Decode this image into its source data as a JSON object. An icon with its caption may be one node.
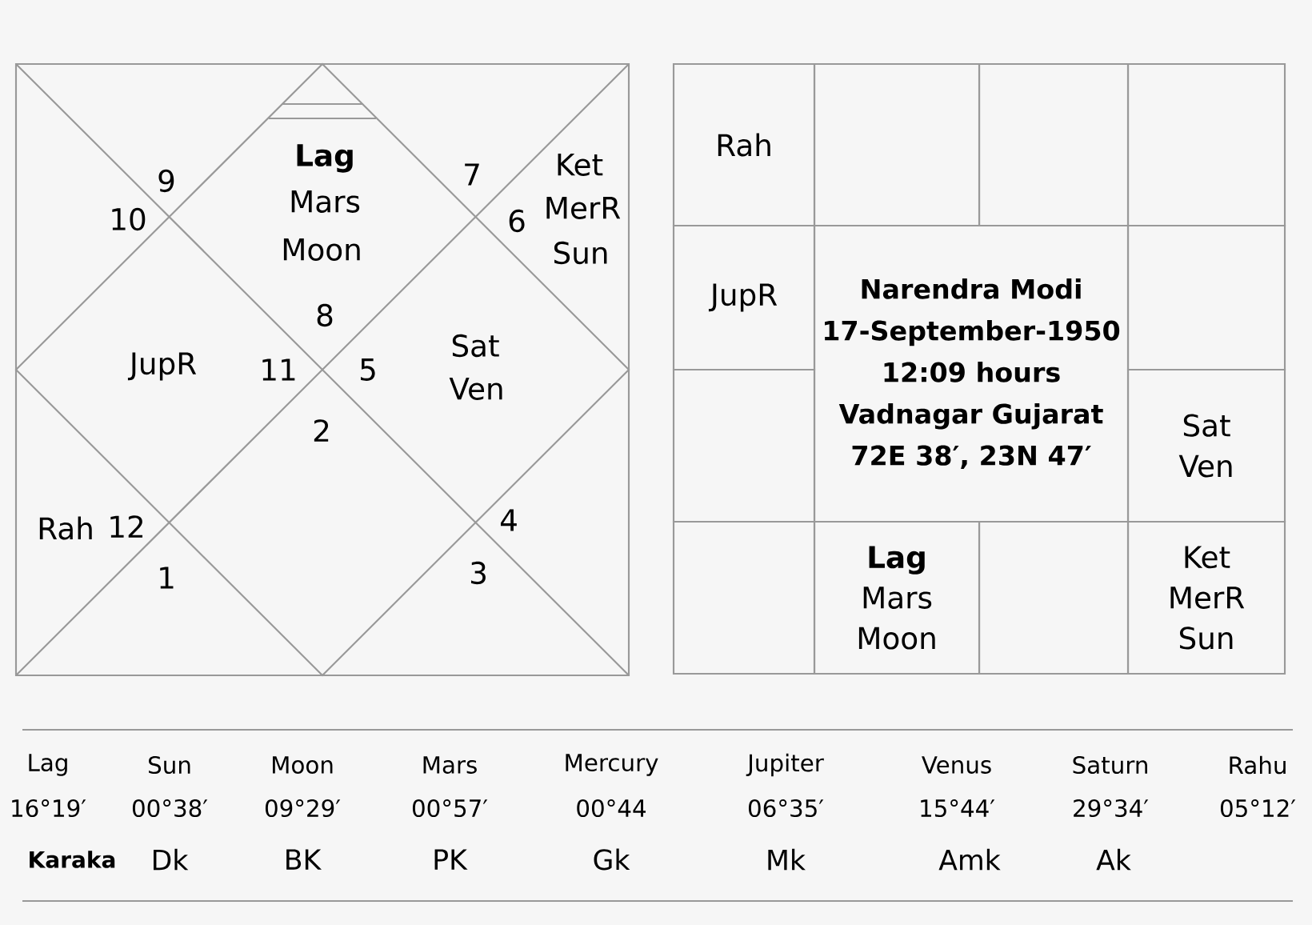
{
  "diagram": {
    "nodes": [
      {
        "text": [
          "Rah"
        ]
      },
      {
        "text": [],
        "shape": "box"
      },
      {
        "text": [],
        "shape": "box"
      },
      {
        "text": [],
        "shape": "box"
      },
      {
        "text": [
          "JupR"
        ]
      },
      {
        "text": [
          "Narendra Modi",
          "17-September-1950",
          "12:09 hours",
          "Vadnagar Gujarat",
          "72E 38′, 23N 47′"
        ]
      },
      {
        "text": [],
        "shape": "box"
      },
      {
        "text": [],
        "shape": "box"
      },
      {
        "text": [
          "Sat",
          "Ven"
        ]
      },
      {
        "text": [],
        "shape": "box"
      },
      {
        "text": [
          "Lag",
          "Mars",
          "Moon"
        ]
      },
      {
        "text": [],
        "shape": "box"
      },
      {
        "text": [
          "Ket",
          "MerR",
          "Sun"
        ]
      }
    ],
    "labels": [
      "9",
      "10",
      "Lag",
      "Mars",
      "Moon",
      "7",
      "6",
      "Ket",
      "MerR",
      "Sun",
      "8",
      "JupR",
      "11",
      "5",
      "Sat",
      "Ven",
      "2",
      "Rah",
      "12",
      "1",
      "4",
      "3",
      "Lag",
      "Sun",
      "Moon",
      "Mars",
      "Mercury",
      "Jupiter",
      "Venus",
      "Saturn",
      "Rahu",
      "16°19′",
      "00°38′",
      "09°29′",
      "00°57′",
      "00°44",
      "06°35′",
      "15°44′",
      "29°34′",
      "05°12′",
      "Karaka",
      "Dk",
      "BK",
      "PK",
      "Gk",
      "Mk",
      "Amk",
      "Ak"
    ]
  }
}
